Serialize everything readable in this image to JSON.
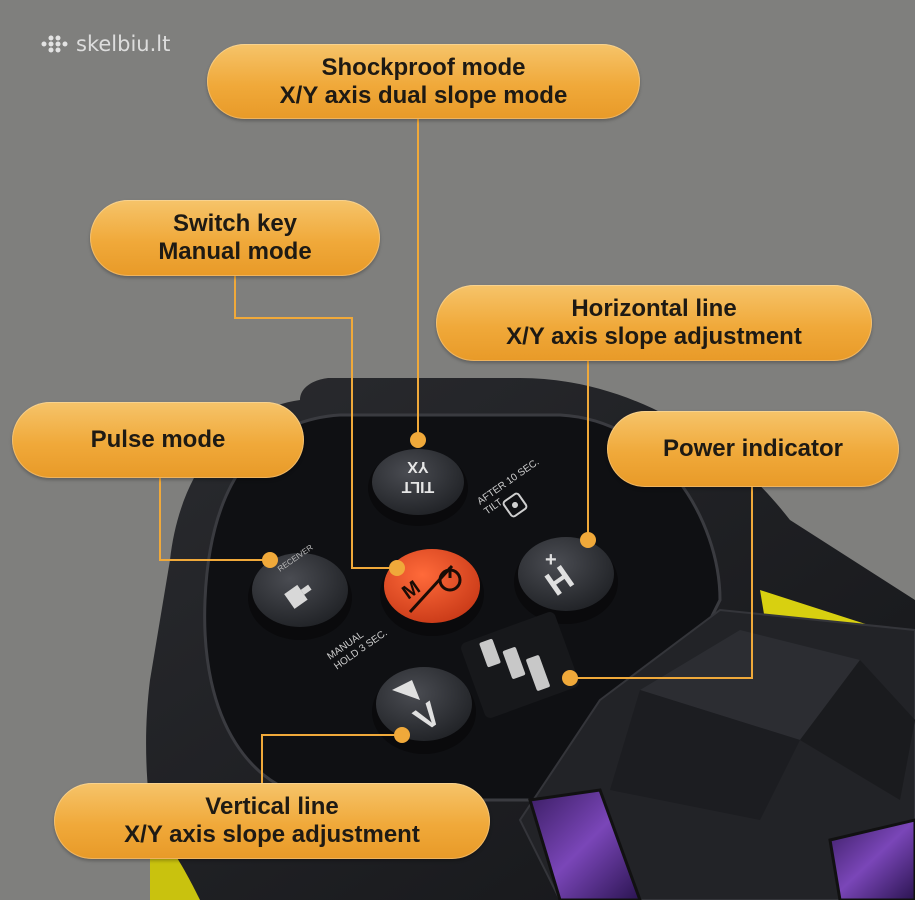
{
  "watermark": {
    "text": "skelbiu.lt",
    "icon": "dots-logo-icon"
  },
  "callouts": {
    "shockproof": {
      "line1": "Shockproof mode",
      "line2": "X/Y axis dual slope mode"
    },
    "switch_key": {
      "line1": "Switch key",
      "line2": "Manual mode"
    },
    "horizontal": {
      "line1": "Horizontal line",
      "line2": "X/Y axis slope adjustment"
    },
    "pulse": {
      "line1": "Pulse mode"
    },
    "power": {
      "line1": "Power indicator"
    },
    "vertical": {
      "line1": "Vertical line",
      "line2": "X/Y axis slope adjustment"
    }
  },
  "device": {
    "tilt_button": {
      "line1": "TILT",
      "line2": "YX"
    },
    "tilt_caption": {
      "line1": "AFTER 10 SEC.",
      "line2": "TILT"
    },
    "receiver_button": {
      "label": "RECEIVER"
    },
    "manual_caption": {
      "line1": "MANUAL",
      "line2": "HOLD 3 SEC."
    },
    "mode_button": {
      "label": "M"
    },
    "h_button": {
      "label": "H"
    },
    "v_button": {
      "label": "V"
    }
  },
  "colors": {
    "background": "#7f7f7d",
    "callout_fill": "#f0a93a",
    "leader_line": "#f0a93a",
    "device_body": "#1a1b1e",
    "power_button": "#e34a22",
    "accent_yellow": "#d8d010",
    "lens_purple": "#5a2c8a"
  }
}
